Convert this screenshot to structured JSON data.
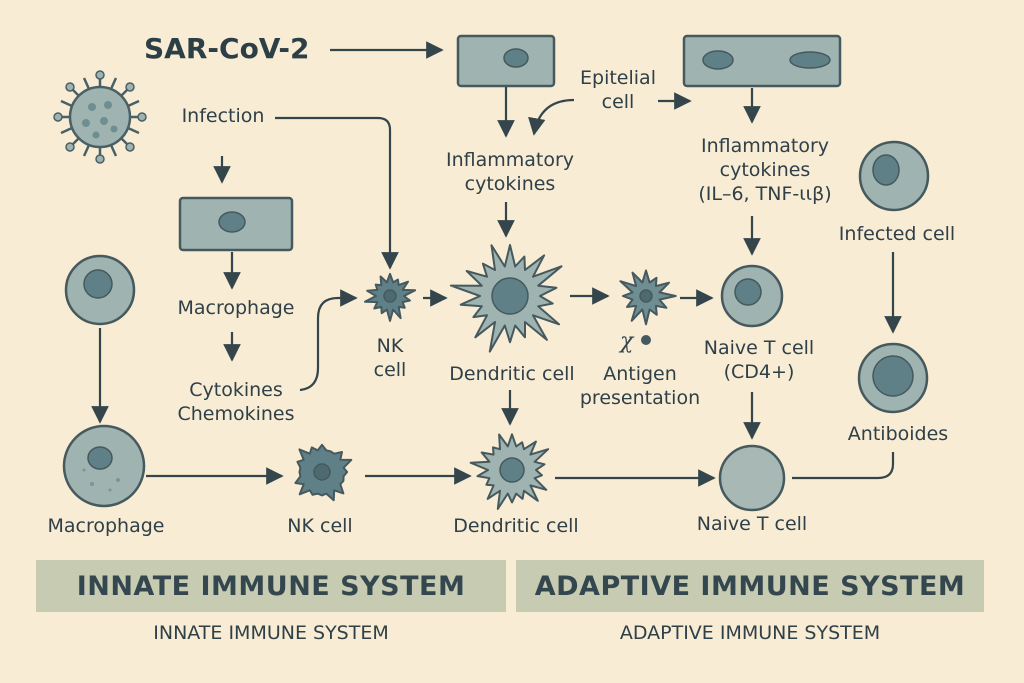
{
  "title": "SAR-CoV-2",
  "labels": {
    "infection": "Infection",
    "epitelial_cell": "Epitelial\ncell",
    "inflammatory_cytokines_1": "Inflammatory\ncytokines",
    "inflammatory_cytokines_2": "Inflammatory\ncytokines\n(IL–6, TNF-ιιβ)",
    "macrophage_top": "Macrophage",
    "cytokines_chemokines": "Cytokines\nChemokines",
    "nk_cell_top": "NK\ncell",
    "dendritic_cell_top": "Dendritic cell",
    "antigen_presentation": "Antigen\npresentation",
    "naive_t_cell_cd4": "Naive T cell\n(CD4+)",
    "infected_cell": "Infected cell",
    "antibodies": "Antiboides",
    "macrophage_bottom": "Macrophage",
    "nk_cell_bottom": "NK cell",
    "dendritic_cell_bottom": "Dendritic cell",
    "naive_t_cell_bottom": "Naive T cell"
  },
  "bands": {
    "innate": "INNATE IMMUNE SYSTEM",
    "adaptive": "ADAPTIVE IMMUNE SYSTEM"
  },
  "subtitles": {
    "innate": "INNATE IMMUNE SYSTEM",
    "adaptive": "ADAPTIVE IMMUNE SYSTEM"
  },
  "icons": [
    "virus-icon",
    "epithelial-cell-icon",
    "macrophage-cell-icon",
    "nk-cell-icon",
    "dendritic-cell-icon",
    "naive-t-cell-icon",
    "infected-cell-icon",
    "antibody-cell-icon",
    "antigen-icon"
  ],
  "colors": {
    "background": "#f8ecd4",
    "cell_fill": "#9fb4b0",
    "nucleus_fill": "#5f8086",
    "outline": "#45595e",
    "band": "#c7cbb2",
    "text": "#2c3e46"
  }
}
